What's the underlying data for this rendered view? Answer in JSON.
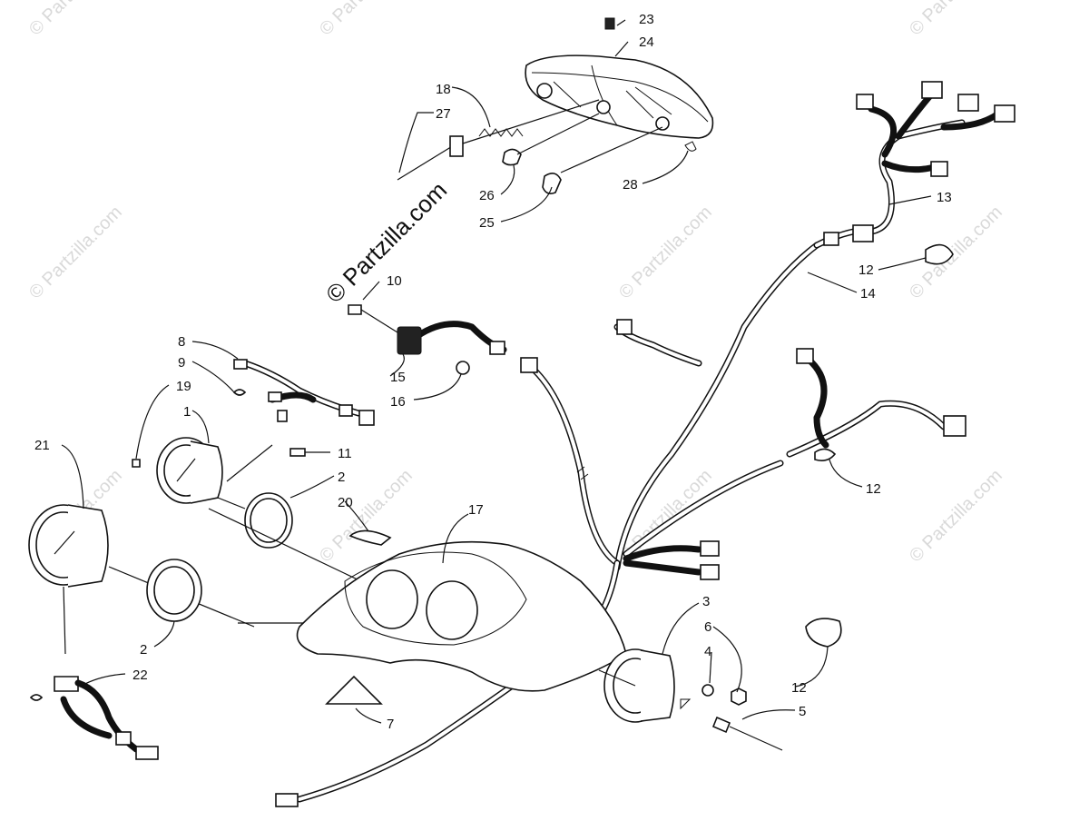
{
  "watermarks": {
    "small": "© Partzilla.com",
    "center": "© Partzilla.com"
  },
  "callouts": {
    "c1": "1",
    "c2a": "2",
    "c2b": "2",
    "c3": "3",
    "c4": "4",
    "c5": "5",
    "c6": "6",
    "c7": "7",
    "c8": "8",
    "c9": "9",
    "c10": "10",
    "c11": "11",
    "c12a": "12",
    "c12b": "12",
    "c12c": "12",
    "c13": "13",
    "c14": "14",
    "c15": "15",
    "c16": "16",
    "c17": "17",
    "c18": "18",
    "c19": "19",
    "c20": "20",
    "c21": "21",
    "c22": "22",
    "c23": "23",
    "c24": "24",
    "c25": "25",
    "c26": "26",
    "c27": "27",
    "c28": "28"
  },
  "icons": [
    "headlight-icon",
    "gauge-icon",
    "wiring-harness-icon",
    "connector-icon",
    "clip-icon",
    "warning-decal-icon"
  ]
}
